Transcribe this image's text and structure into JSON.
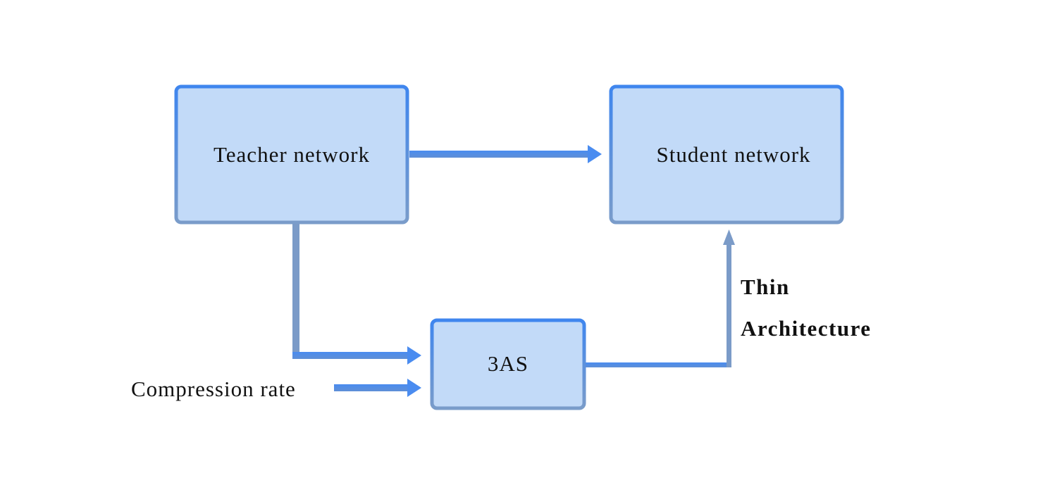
{
  "nodes": {
    "teacher": {
      "label": "Teacher network"
    },
    "student": {
      "label": "Student network"
    },
    "search": {
      "label": "3AS"
    }
  },
  "inputs": {
    "compression": {
      "label": "Compression rate"
    }
  },
  "edges": {
    "search_to_student": {
      "label_line1": "Thin",
      "label_line2": "Architecture"
    }
  },
  "colors": {
    "box_fill": "#c2daf8",
    "border_top": "#3f86ee",
    "border_bottom": "#7a9cca",
    "arrow_blue": "#3f86ee",
    "arrow_gray": "#7b9bc8"
  }
}
